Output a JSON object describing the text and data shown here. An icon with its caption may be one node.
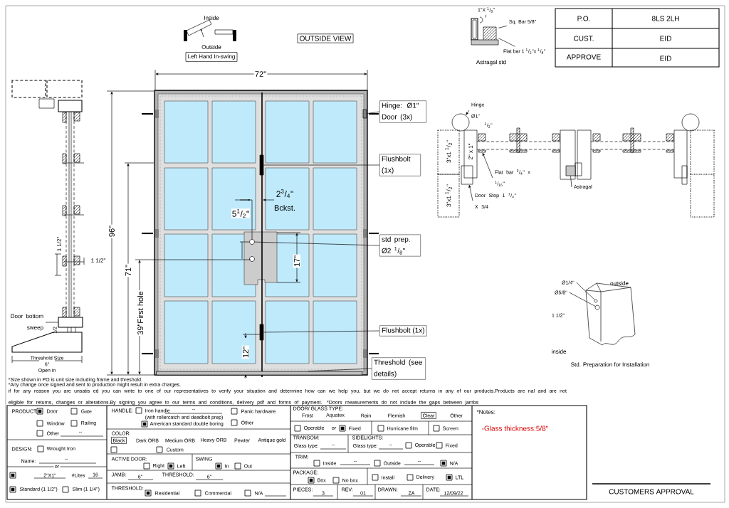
{
  "diagram": {
    "nodes": [
      {
        "text": [
          "Left Hand In-swing"
        ]
      },
      {
        "text": [
          "OUTSIDE VIEW"
        ]
      },
      {
        "text": [
          "Hinge: Ø1\" Door (3x)"
        ]
      },
      {
        "text": [
          "Flushbolt (1x)"
        ]
      },
      {
        "text": [
          "std prep. Ø2 $^{1}$/$_{8}$\""
        ]
      },
      {
        "text": [
          "Flushbolt (1x)"
        ]
      },
      {
        "text": [
          "Threshold (see details)"
        ]
      },
      {
        "text": [
          "Door bottom sweep"
        ]
      },
      {
        "text": [
          "Hinge Ø1\""
        ]
      },
      {
        "text": [
          "Flat bar $^{3}$/$_{4}$\" x $^{1}$/$_{16}$\""
        ]
      },
      {
        "text": [
          "Door Stop 1 $^{1}$/$_{4}$\" X 3/4"
        ]
      },
      {
        "text": [
          "Astragal"
        ]
      },
      {
        "text": [
          "Sq. Bar 5/8\""
        ]
      },
      {
        "text": [
          "Flat bar 1 $^{1}$/$_{2}$\"x $^{1}$/$_{8}$\""
        ]
      },
      {
        "text": [
          "1\"X $^{1}$/$_{8}$\""
        ]
      },
      {
        "text": [
          "Ø1/4\""
        ]
      },
      {
        "text": [
          "Ø5/8\""
        ]
      },
      {
        "text": [],
        "shape": "picture"
      },
      {
        "text": [],
        "shape": "circle"
      },
      {
        "text": [],
        "shape": "bar"
      },
      {
        "text": [],
        "shape": "bar"
      },
      {
        "text": [],
        "shape": "bar"
      },
      {
        "text": [],
        "shape": "bar"
      },
      {
        "text": [],
        "shape": "box"
      },
      {
        "text": [],
        "shape": "circle"
      },
      {
        "text": [],
        "shape": "bar"
      },
      {
        "text": [],
        "shape": "box"
      },
      {
        "text": [],
        "shape": "box"
      },
      {
        "text": [],
        "shape": "circle"
      },
      {
        "text": [],
        "shape": "circle"
      }
    ],
    "edges": [
      {
        "from": 2,
        "to": 21,
        "arrow": "none"
      },
      {
        "from": 3,
        "to": 19,
        "arrow": "none"
      },
      {
        "from": 4,
        "to": 18,
        "arrow": "none"
      },
      {
        "from": 5,
        "to": 20,
        "arrow": "none"
      },
      {
        "from": 6,
        "to": 22,
        "arrow": "none"
      },
      {
        "from": 7,
        "to": 23,
        "arrow": "none"
      },
      {
        "from": 8,
        "to": 24,
        "arrow": "to"
      },
      {
        "from": 9,
        "to": 25,
        "arrow": "to"
      },
      {
        "from": 10,
        "to": 26,
        "arrow": "to"
      },
      {
        "from": 11,
        "to": 27,
        "arrow": "none"
      },
      {
        "from": 12,
        "to": 17,
        "arrow": "none"
      },
      {
        "from": 13,
        "to": 17,
        "arrow": "none"
      },
      {
        "from": 14,
        "to": 17,
        "arrow": "none"
      },
      {
        "from": 15,
        "to": 28,
        "arrow": "none"
      },
      {
        "from": 16,
        "to": 29,
        "arrow": "none"
      }
    ],
    "labels": [
      "Inside",
      "Outside",
      "Astragal std",
      "P.O.",
      "8LS 2LH",
      "CUST.",
      "EID",
      "APPROVE",
      "EID",
      "72\"",
      "96\"",
      "71\"",
      "39\"First hole",
      "2$^{3}$/$_{4}$\"",
      "Bckst.",
      "5$^{1}$/$_{2}$\"",
      "17\"",
      "12\"",
      "1 1/2\"",
      "1 1/2\"",
      "1/2",
      "Threshold Size",
      "6\"",
      "Open in",
      "$^{1}$/$_{2}$\"",
      "2\" x 1\"",
      "3\"x1 $^{1}$/$_{2}$\"",
      "3\"x1 $^{1}$/$_{2}$\"",
      "outside",
      "1 1/2\"",
      "inside",
      "Std. Preparation for Installation",
      "*Size shown in PO is unit size including frame and threshold.",
      "*Any change once signed and sent to production might result in extra charges.",
      "if for any reason you are unsatis ed you can write to one of our representatives to verify your situation and determine how can we help you, but we do not accept returns in any of our products.Products are nal and are not eligible for returns, changes or alterations.By signing you agree to our terms and conditions, delivery pdf and forms of payment. *Doors measurements do not include the gaps between jambs",
      "PRODUCT:",
      "Door",
      "Gate",
      "Window",
      "Railing",
      "Other",
      "--",
      "DESIGN:",
      "Wrought Iron",
      "Name:",
      "--",
      "or",
      "2\"X1\"",
      "#Lites",
      "16",
      "Standard (1 1/2\")",
      "Slim (1 1/4\")",
      "HANDLE:",
      "Iron handle",
      "--",
      "Panic hardware",
      "(with rollercatch and deadbolt prep)",
      "American standard double boring",
      "Other",
      "COLOR:",
      "Black",
      "Dark ORB",
      "Medium ORB",
      "Heavy ORB",
      "Pewter",
      "Antique gold",
      "Custom",
      "ACTIVE DOOR:",
      "Right",
      "Left",
      "SWING",
      "In",
      "Out",
      "JAMB:",
      "6\"",
      "THRESHOLD:",
      "6\"",
      "THRESHOLD:",
      "Residential",
      "Commercial",
      "N/A",
      "DOOR/ GLASS TYPE:",
      "Frost",
      "Aquatex",
      "Rain",
      "Flemish",
      "Clear",
      "Other",
      "Operable",
      "or",
      "Fixed",
      "Hurricane film",
      "Screen",
      "TRANSOM:",
      "Glass type:",
      "--",
      "SIDELIGHTS:",
      "Glass type:",
      "--",
      "Operable",
      "Fixed",
      "TRIM:",
      "Inside",
      "--",
      "Outside",
      "--",
      "N/A",
      "PACKAGE:",
      "Box",
      "No box",
      "Install",
      "Delivery",
      "LTL",
      "PIECES:",
      "3",
      "REV:",
      "01",
      "DRAWN:",
      "ZA",
      "DATE:",
      "12/09/22",
      "*Notes:",
      "-Glass thickness:5/8\"",
      "CUSTOMERS APPROVAL"
    ]
  }
}
